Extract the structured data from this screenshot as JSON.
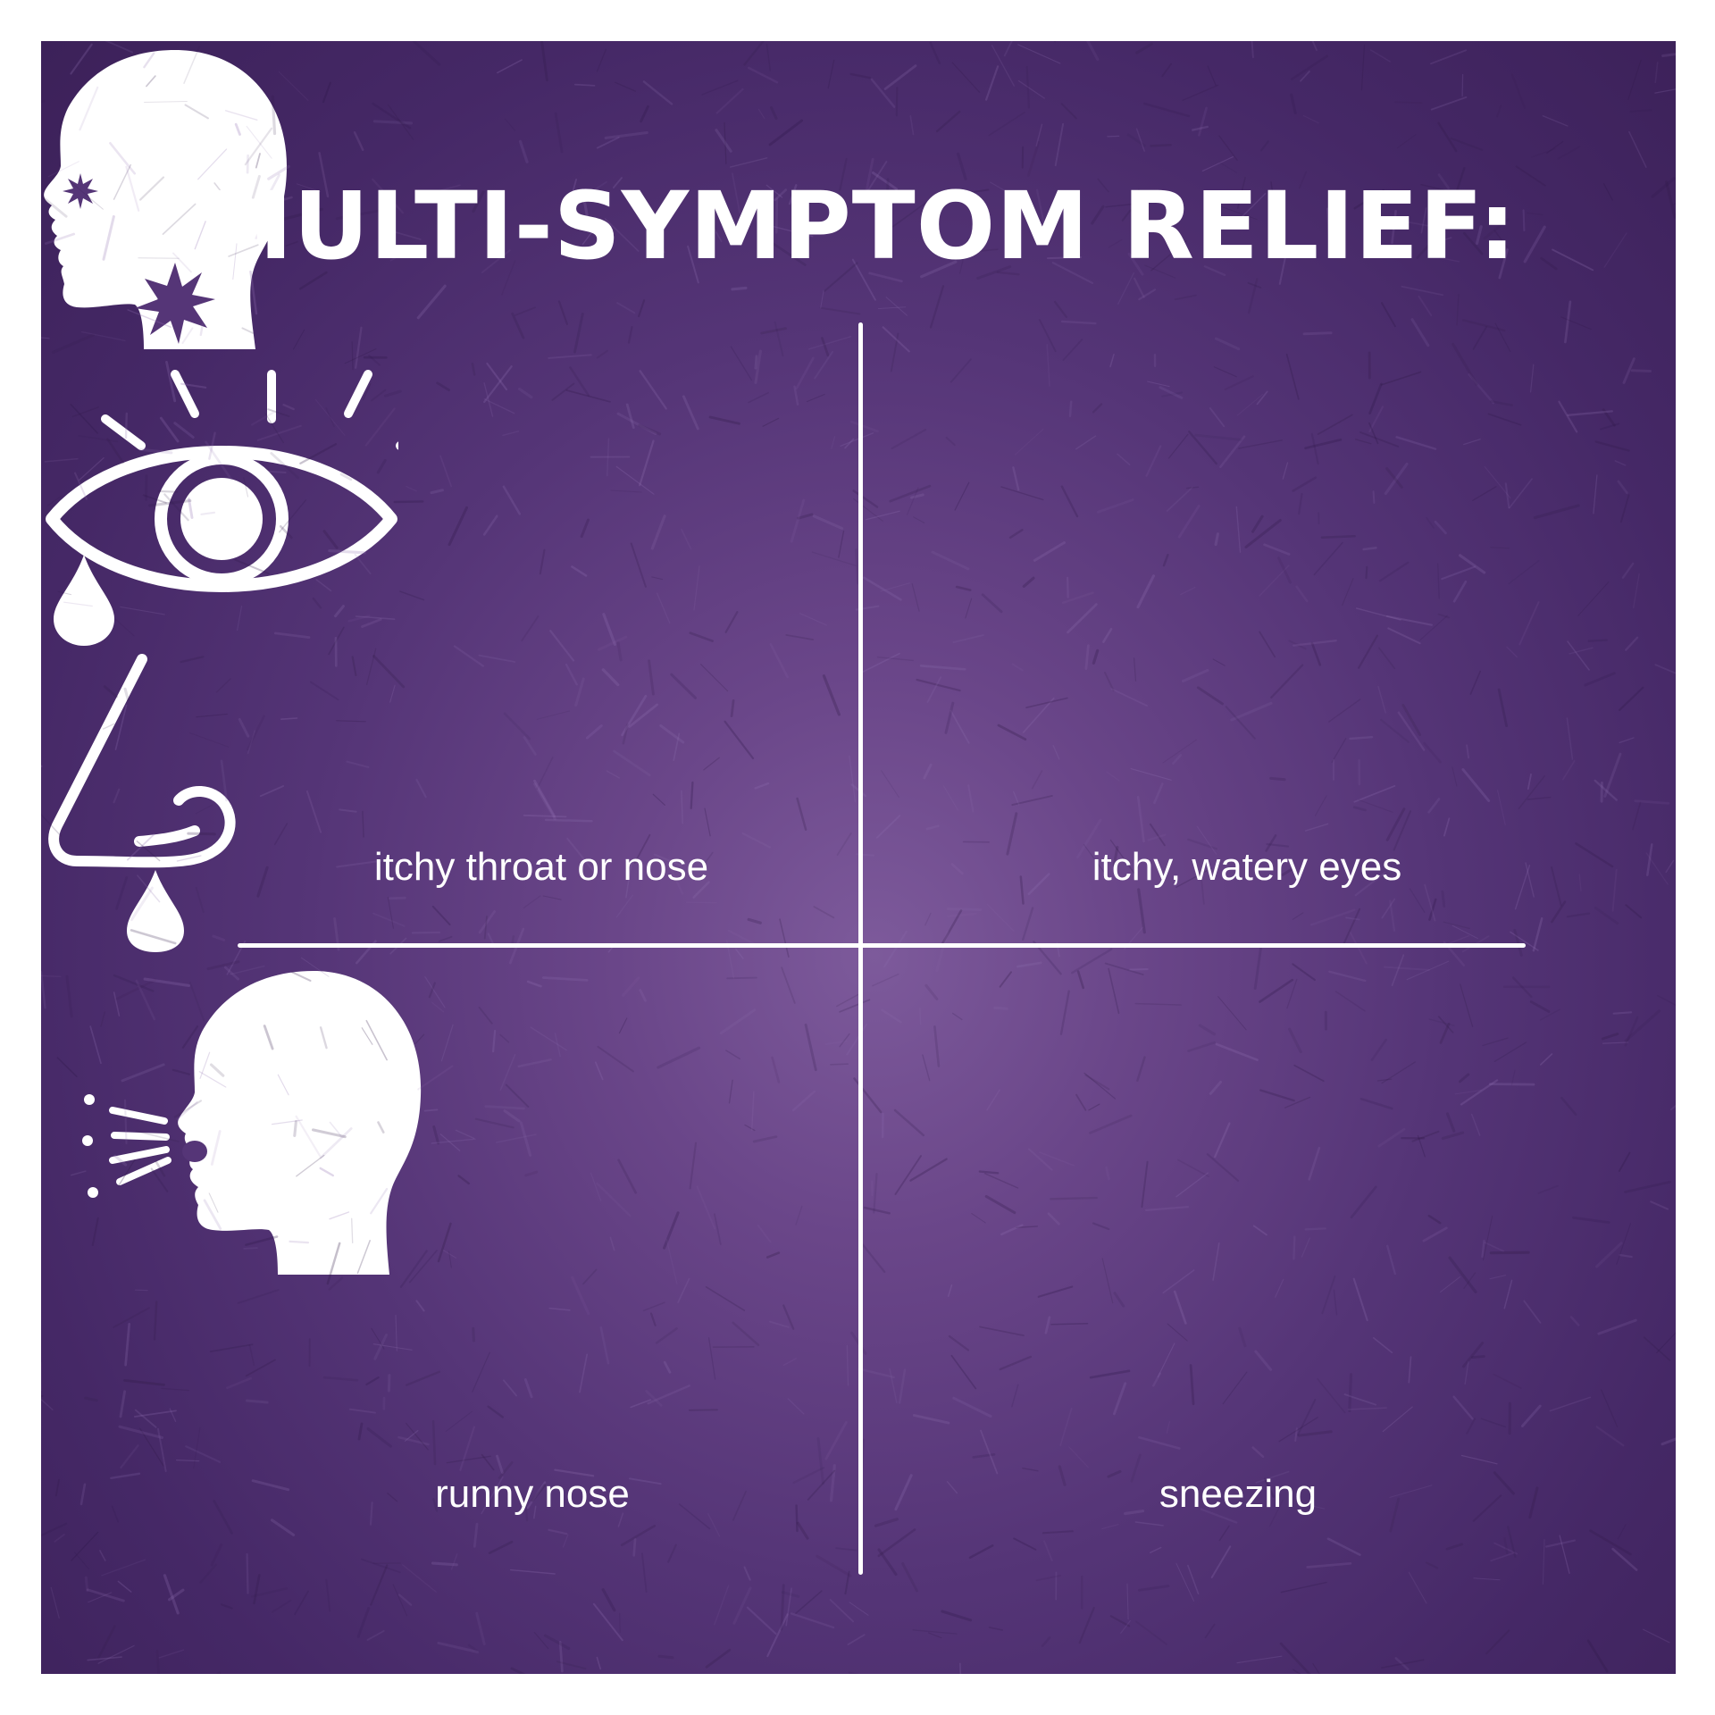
{
  "title": "MULTI-SYMPTOM RELIEF:",
  "symptoms": [
    {
      "label": "itchy throat or nose",
      "icon": "head-itch-icon"
    },
    {
      "label": "itchy, watery eyes",
      "icon": "watery-eye-icon"
    },
    {
      "label": "runny nose",
      "icon": "runny-nose-icon"
    },
    {
      "label": "sneezing",
      "icon": "sneezing-head-icon"
    }
  ],
  "colors": {
    "background": "#553577",
    "foreground": "#ffffff",
    "frame": "#ffffff"
  }
}
